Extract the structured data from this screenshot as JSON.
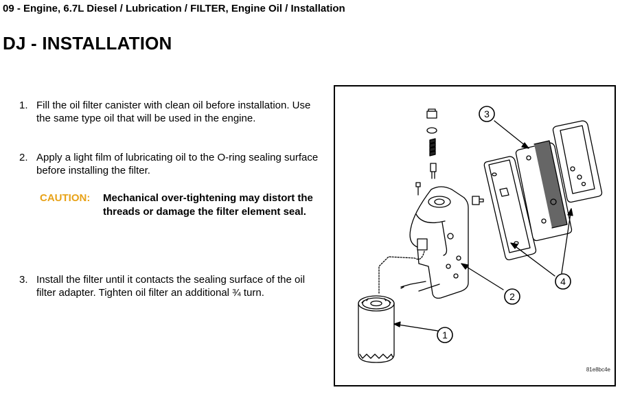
{
  "breadcrumb": "09 - Engine, 6.7L Diesel / Lubrication / FILTER, Engine Oil / Installation",
  "title": "DJ - INSTALLATION",
  "steps": [
    {
      "number": "1.",
      "text": "Fill the oil filter canister with clean oil before installation. Use the same type oil that will be used in the engine."
    },
    {
      "number": "2.",
      "text": "Apply a light film of lubricating oil to the O-ring sealing surface before installing the filter."
    },
    {
      "number": "3.",
      "text": "Install the filter until it contacts the sealing surface of the oil filter adapter. Tighten oil filter an additional ¾ turn."
    }
  ],
  "caution": {
    "label": "CAUTION:",
    "text": "Mechanical over-tightening may distort the threads or damage the filter element seal.",
    "color": "#e8a217"
  },
  "figure": {
    "id": "81e8bc4e",
    "callouts": [
      "1",
      "2",
      "3",
      "4"
    ]
  }
}
